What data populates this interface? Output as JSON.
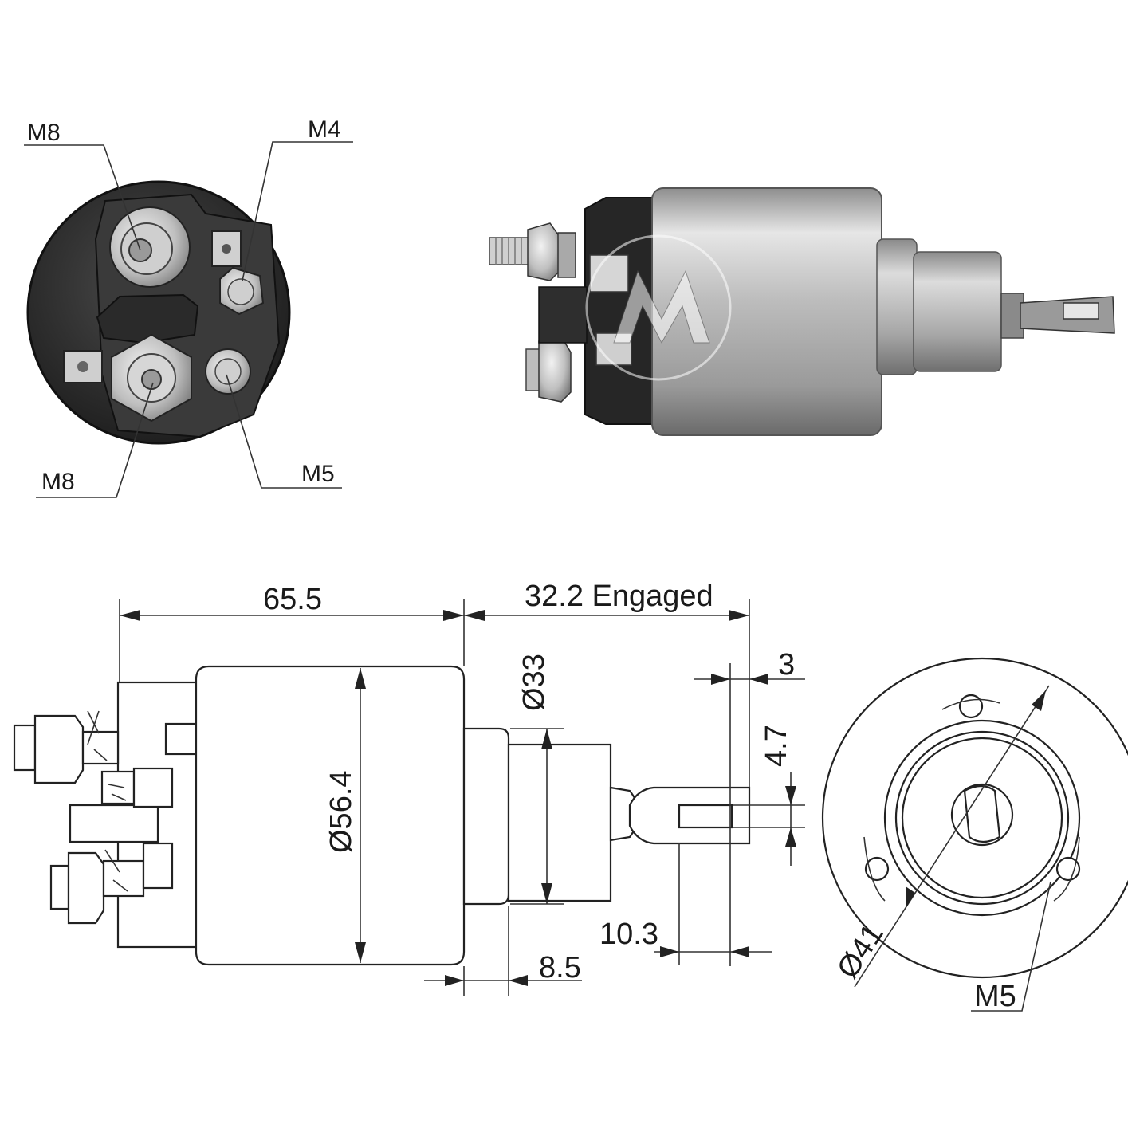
{
  "front_view": {
    "labels": {
      "m8_top": "M8",
      "m4": "M4",
      "m8_bottom": "M8",
      "m5": "M5"
    }
  },
  "dimensions": {
    "length": "65.5",
    "stroke": "32.2 Engaged",
    "body_diameter": "Ø56.4",
    "nose_diameter": "Ø33",
    "slot_offset": "3",
    "slot_width": "4.7",
    "slot_length": "10.3",
    "flange_width": "8.5",
    "bolt_circle": "Ø41",
    "mount_thread": "M5"
  },
  "colors": {
    "line": "#222222",
    "cap_dark": "#2b2b2b",
    "metal_light": "#d9d9d9",
    "metal_mid": "#a8a8a8",
    "metal_dark": "#6e6e6e"
  }
}
